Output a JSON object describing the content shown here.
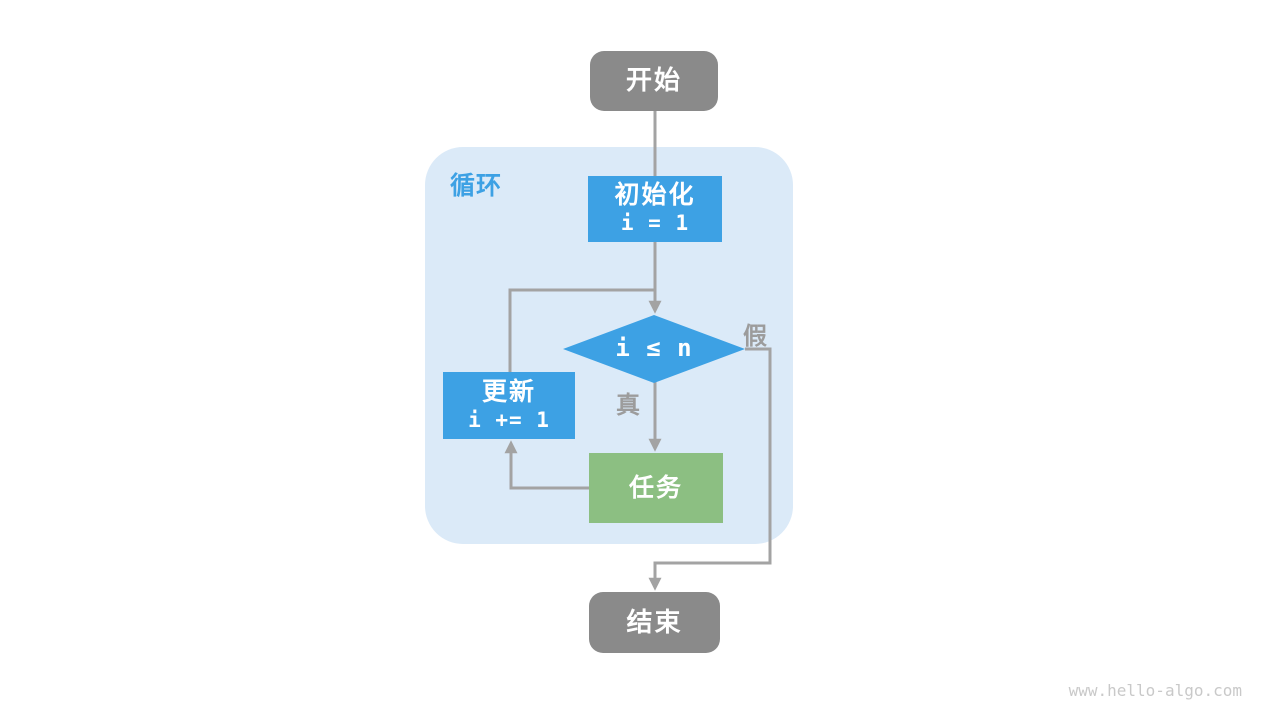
{
  "diagram": {
    "kind": "flowchart-loop-structure",
    "loop_label": "循环",
    "nodes": {
      "start": {
        "label": "开始"
      },
      "init": {
        "label": "初始化",
        "code": "i = 1"
      },
      "condition": {
        "label": "i ≤ n"
      },
      "update": {
        "label": "更新",
        "code": "i += 1"
      },
      "task": {
        "label": "任务"
      },
      "end": {
        "label": "结束"
      }
    },
    "edge_labels": {
      "true_branch": "真",
      "false_branch": "假"
    },
    "colors": {
      "process_blue": "#3DA1E4",
      "task_green": "#8CBF82",
      "terminal_gray": "#8A8A8A",
      "loop_region_bg": "#DBEAF8",
      "edge_gray": "#A3A3A3",
      "edge_label_gray": "#9C9C9C"
    }
  },
  "watermark": "www.hello-algo.com"
}
